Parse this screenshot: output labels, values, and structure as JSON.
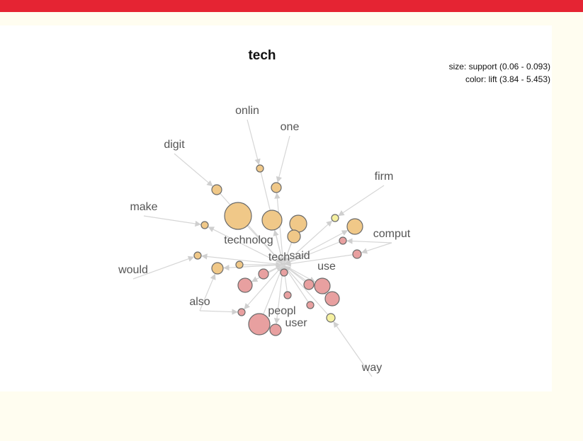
{
  "header": {
    "accent_color": "#e52433"
  },
  "chart_data": {
    "type": "network",
    "title": "tech",
    "legend": {
      "size_text": "size: support (0.06 - 0.093)",
      "color_text": "color: lift (3.84 - 5.453)"
    },
    "color_scale": [
      "#f5f0a0",
      "#f0c888",
      "#e8a0a0"
    ],
    "items": [
      {
        "label": "onlin"
      },
      {
        "label": "one"
      },
      {
        "label": "digit"
      },
      {
        "label": "firm"
      },
      {
        "label": "make"
      },
      {
        "label": "comput"
      },
      {
        "label": "technolog"
      },
      {
        "label": "said"
      },
      {
        "label": "tech"
      },
      {
        "label": "use"
      },
      {
        "label": "would"
      },
      {
        "label": "also"
      },
      {
        "label": "peopl"
      },
      {
        "label": "user"
      },
      {
        "label": "way"
      }
    ]
  }
}
